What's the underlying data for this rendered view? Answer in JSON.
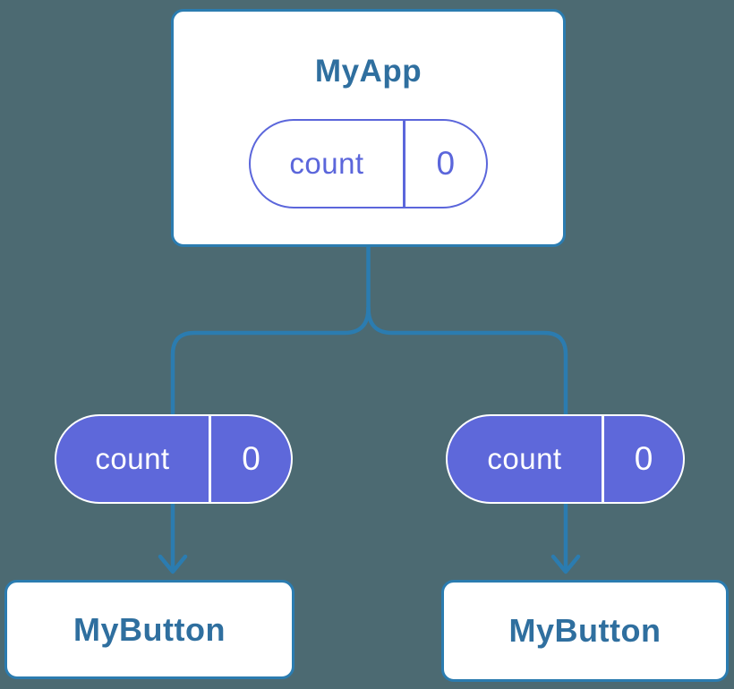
{
  "background_color": "#4C6A72",
  "colors": {
    "connector": "#2B7CB0",
    "node_border": "#2B7CB0",
    "node_title_text": "#2F6F9F",
    "pill_purple_fill": "#5E68DA",
    "pill_outline_purple": "#5B66DB",
    "pill_light_text": "#FFFFFF",
    "node_fill": "#FFFFFF"
  },
  "diagram": {
    "root": {
      "title": "MyApp",
      "state": {
        "key": "count",
        "value": "0"
      }
    },
    "children": [
      {
        "title": "MyButton",
        "prop": {
          "key": "count",
          "value": "0"
        }
      },
      {
        "title": "MyButton",
        "prop": {
          "key": "count",
          "value": "0"
        }
      }
    ]
  }
}
